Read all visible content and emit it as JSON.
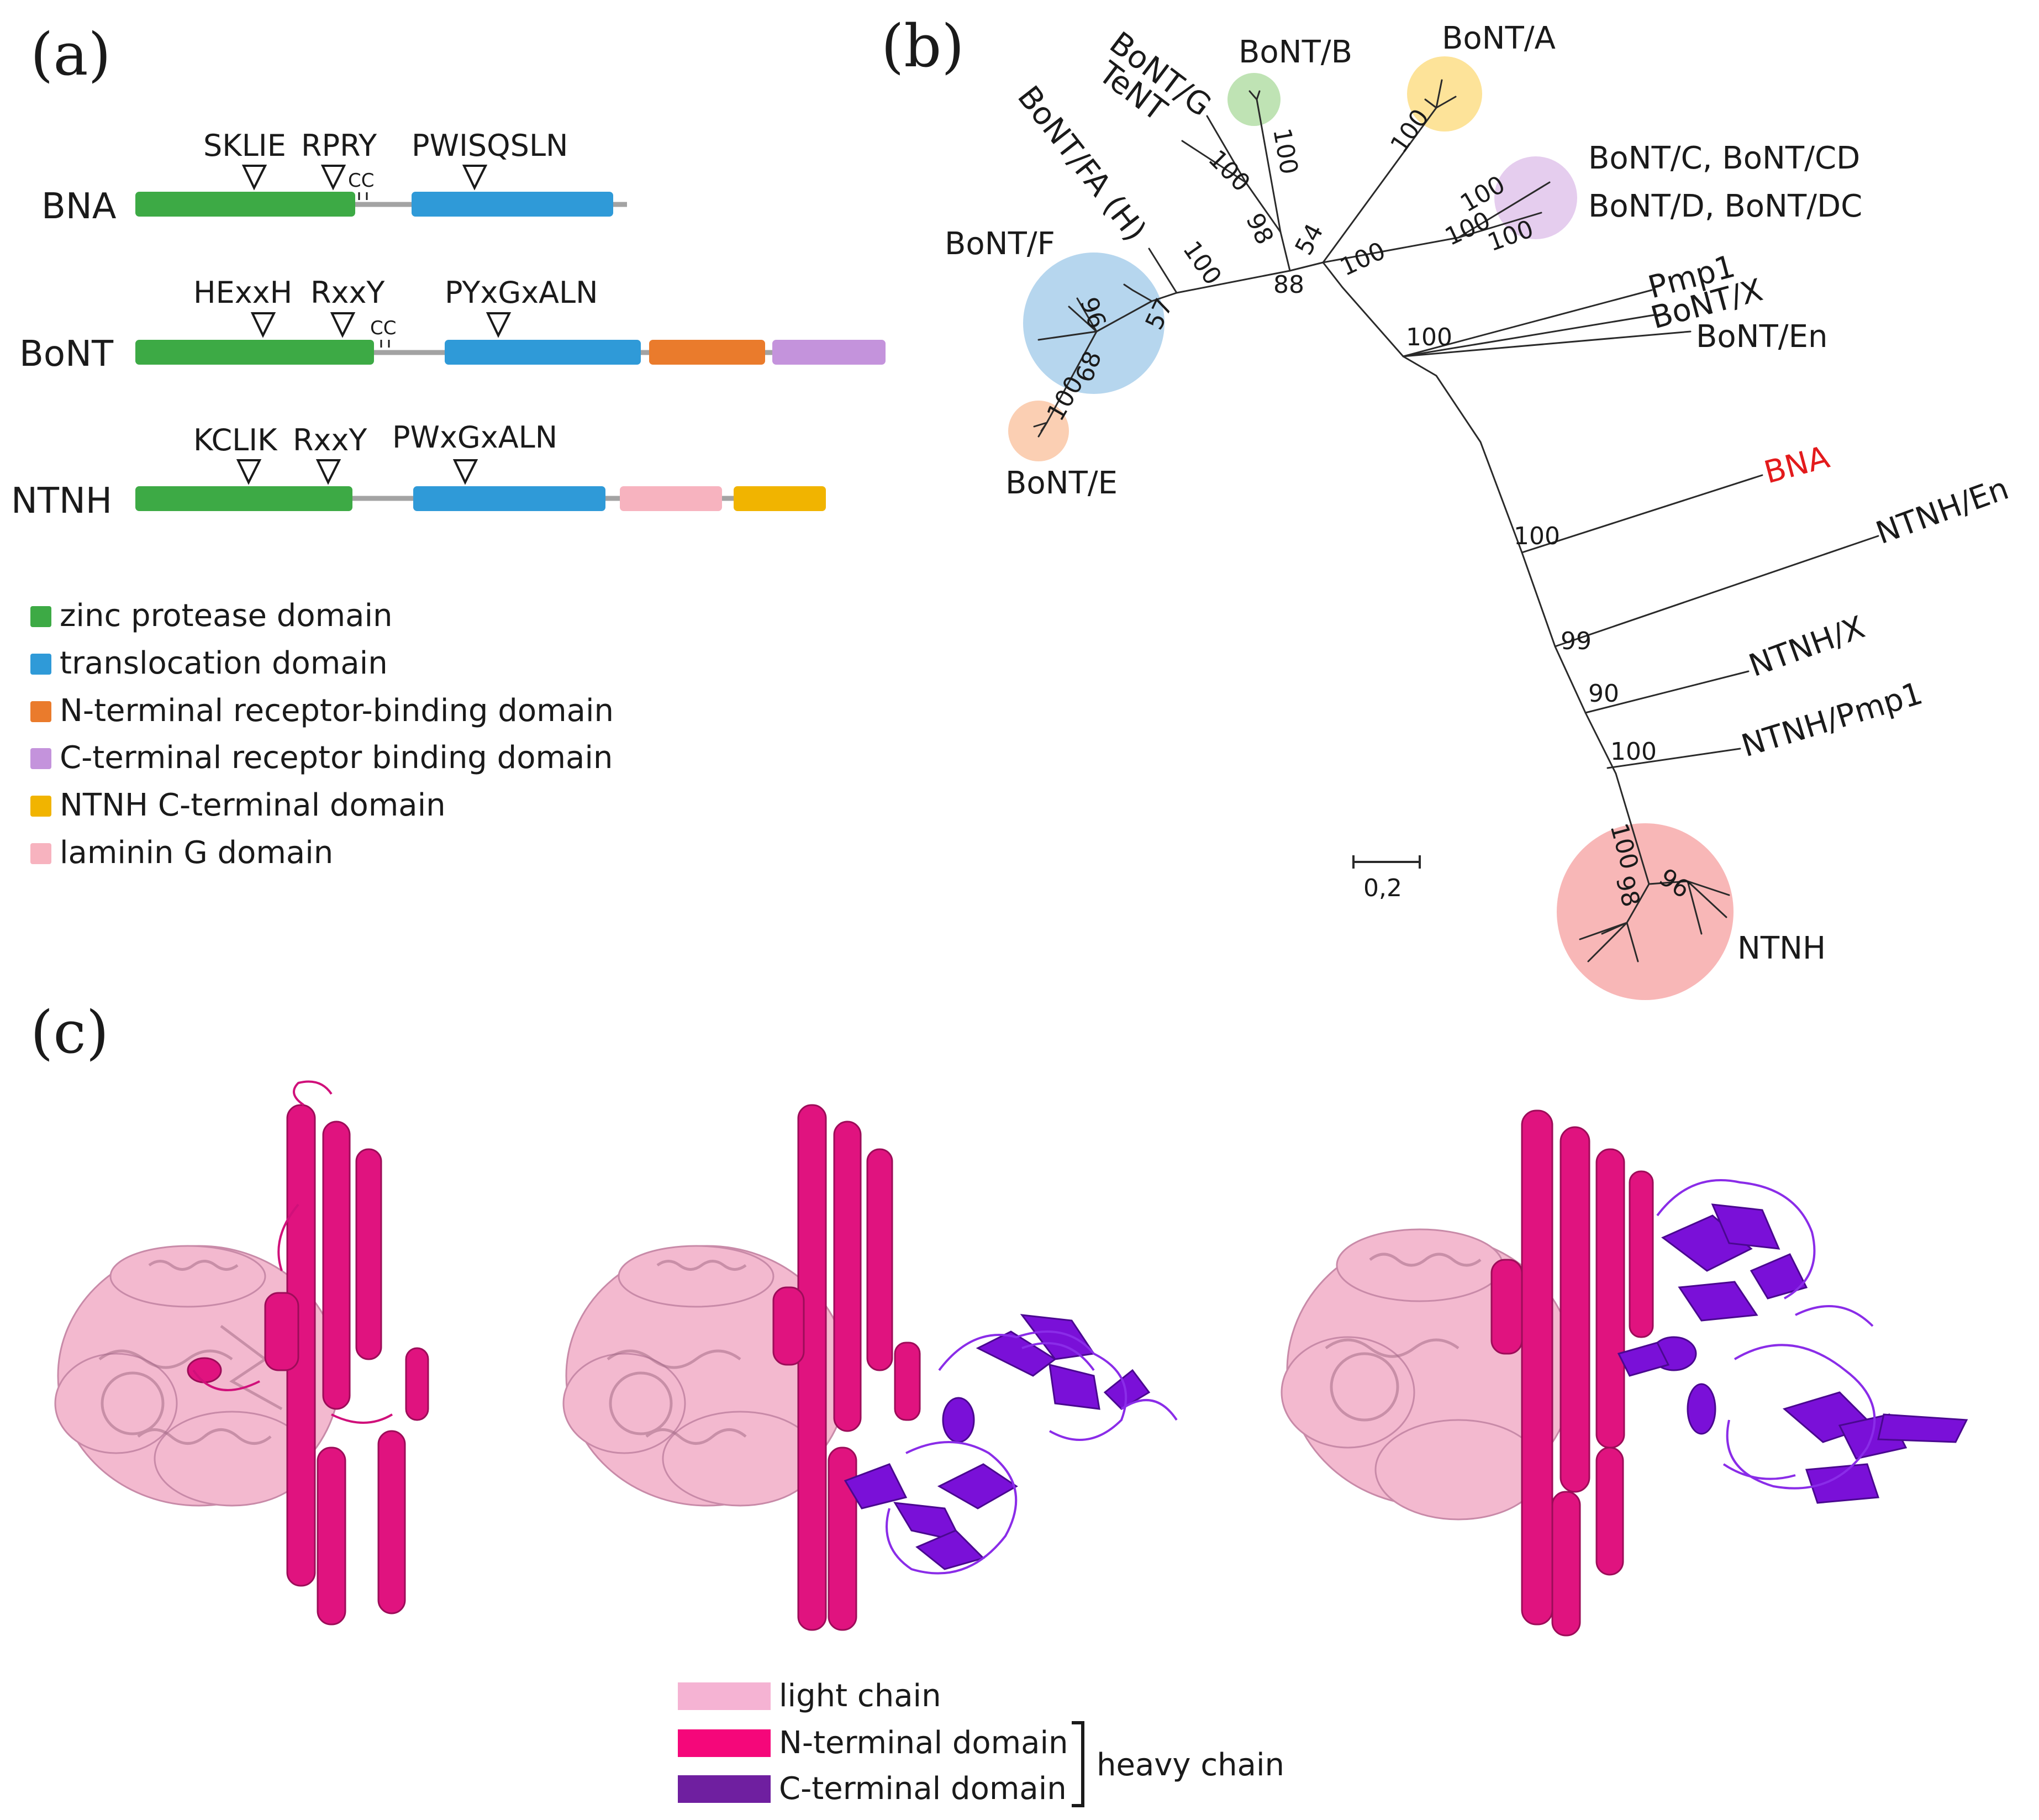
{
  "panels": {
    "a": "(a)",
    "b": "(b)",
    "c": "(c)"
  },
  "domains_panel": {
    "proteins": [
      {
        "name": "BNA",
        "markers": [
          "SKLIE",
          "RPRY",
          "PWISQSLN"
        ],
        "cc": "CC"
      },
      {
        "name": "BoNT",
        "markers": [
          "HExxH",
          "RxxY",
          "PYxGxALN"
        ],
        "cc": "CC"
      },
      {
        "name": "NTNH",
        "markers": [
          "KCLIK",
          "RxxY",
          "PWxGxALN"
        ]
      }
    ],
    "legend": [
      {
        "label": "zinc protease domain",
        "color": "#3daa45"
      },
      {
        "label": "translocation domain",
        "color": "#2f9ad8"
      },
      {
        "label": "N-terminal receptor-binding domain",
        "color": "#ea7b2c"
      },
      {
        "label": "C-terminal receptor binding domain",
        "color": "#c493dc"
      },
      {
        "label": "NTNH C-terminal domain",
        "color": "#f1b400"
      },
      {
        "label": "laminin G domain",
        "color": "#f7b3bf"
      }
    ]
  },
  "tree_panel": {
    "clade_labels": {
      "bont_b": "BoNT/B",
      "bont_a": "BoNT/A",
      "bont_g": "BoNT/G",
      "tent": "TeNT",
      "bont_fa": "BoNT/FA (H)",
      "bont_f": "BoNT/F",
      "bont_e": "BoNT/E",
      "bont_c": "BoNT/C, BoNT/CD",
      "bont_d": "BoNT/D, BoNT/DC",
      "pmp1": "Pmp1",
      "bont_x": "BoNT/X",
      "bont_en": "BoNT/En",
      "bna": "BNA",
      "ntnh_en": "NTNH/En",
      "ntnh_x": "NTNH/X",
      "ntnh_pmp1": "NTNH/Pmp1",
      "ntnh": "NTNH"
    },
    "support_values": [
      "100",
      "100",
      "100",
      "100",
      "98",
      "54",
      "88",
      "100",
      "100",
      "100",
      "100",
      "96",
      "57",
      "68",
      "100",
      "100",
      "100",
      "99",
      "90",
      "100",
      "100",
      "98",
      "96"
    ],
    "scale_bar": "0,2",
    "highlight_color": "#e31a1c"
  },
  "structure_panel": {
    "models": [
      "model-1",
      "model-2",
      "model-3"
    ],
    "legend": [
      {
        "label": "light chain",
        "color": "#f5b3d3"
      },
      {
        "label": "N-terminal domain",
        "color": "#f5077a"
      },
      {
        "label": "C-terminal domain",
        "color": "#6f1fa0"
      }
    ],
    "bracket_label": "heavy chain"
  }
}
